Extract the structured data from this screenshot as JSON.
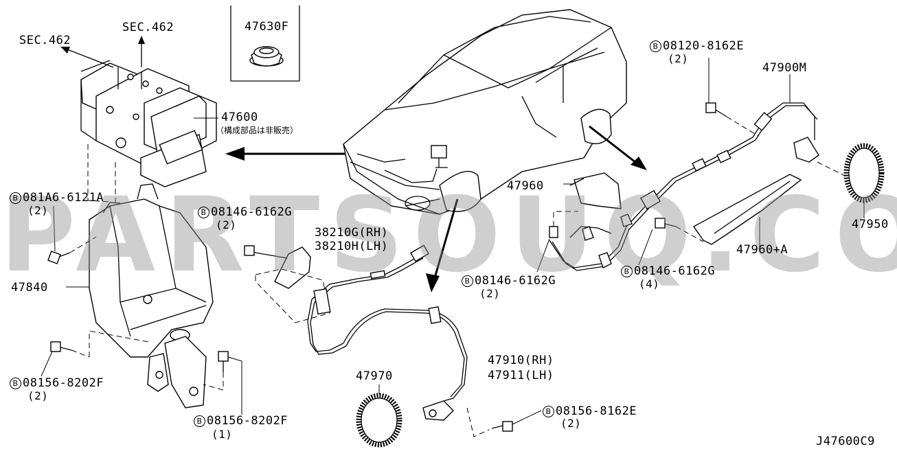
{
  "labels": {
    "sec462_left": "SEC.462",
    "sec462_top": "SEC.462",
    "p47630f": "47630F",
    "p47600": "47600",
    "p47600_note": "（構成部品は非販売）",
    "bolt_081a6": "081A6-6121A",
    "bolt_081a6_qty": "(2)",
    "p47840": "47840",
    "bolt_08156_8202f_left": "08156-8202F",
    "bolt_08156_8202f_left_qty": "(2)",
    "bolt_08156_8202f_bottom": "08156-8202F",
    "bolt_08156_8202f_bottom_qty": "(1)",
    "bolt_08146_center": "08146-6162G",
    "bolt_08146_center_qty": "(2)",
    "p38210g": "38210G(RH)",
    "p38210h": "38210H(LH)",
    "p47970": "47970",
    "p47910": "47910(RH)",
    "p47911": "47911(LH)",
    "bolt_08156_8162e": "08156-8162E",
    "bolt_08156_8162e_qty": "(2)",
    "p47960": "47960",
    "bolt_08146_mid": "08146-6162G",
    "bolt_08146_mid_qty": "(2)",
    "bolt_08146_right": "08146-6162G",
    "bolt_08146_right_qty": "(4)",
    "p47960a": "47960+A",
    "bolt_08120": "08120-8162E",
    "bolt_08120_qty": "(2)",
    "p47900m": "47900M",
    "p47950": "47950",
    "diagram_code": "J47600C9",
    "bolt_marker": "B",
    "watermark": "PARTSOUQ.COM"
  }
}
